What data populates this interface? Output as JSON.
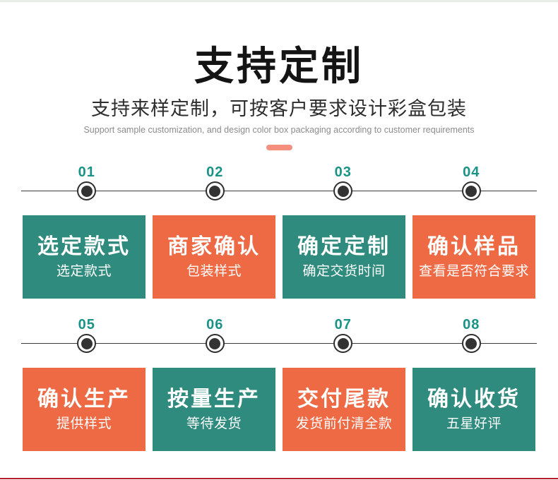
{
  "header": {
    "title": "支持定制",
    "subtitle": "支持来样定制，可按客户要求设计彩盒包装",
    "subtitle_en": "Support sample customization, and design color box packaging according to customer requirements"
  },
  "colors": {
    "card_teal": "#2e8b7d",
    "card_orange": "#ed6a45",
    "step_number_teal": "#1a9387",
    "accent_salmon": "#f5907f",
    "dot_dark": "#333333",
    "bottom_line_red": "#b11e2e",
    "top_stripe": "#e9ede8"
  },
  "steps": [
    {
      "number": "01",
      "title": "选定款式",
      "subtitle": "选定款式",
      "color": "teal"
    },
    {
      "number": "02",
      "title": "商家确认",
      "subtitle": "包装样式",
      "color": "orange"
    },
    {
      "number": "03",
      "title": "确定定制",
      "subtitle": "确定交货时间",
      "color": "teal"
    },
    {
      "number": "04",
      "title": "确认样品",
      "subtitle": "查看是否符合要求",
      "color": "orange"
    },
    {
      "number": "05",
      "title": "确认生产",
      "subtitle": "提供样式",
      "color": "orange"
    },
    {
      "number": "06",
      "title": "按量生产",
      "subtitle": "等待发货",
      "color": "teal"
    },
    {
      "number": "07",
      "title": "交付尾款",
      "subtitle": "发货前付清全款",
      "color": "orange"
    },
    {
      "number": "08",
      "title": "确认收货",
      "subtitle": "五星好评",
      "color": "teal"
    }
  ]
}
